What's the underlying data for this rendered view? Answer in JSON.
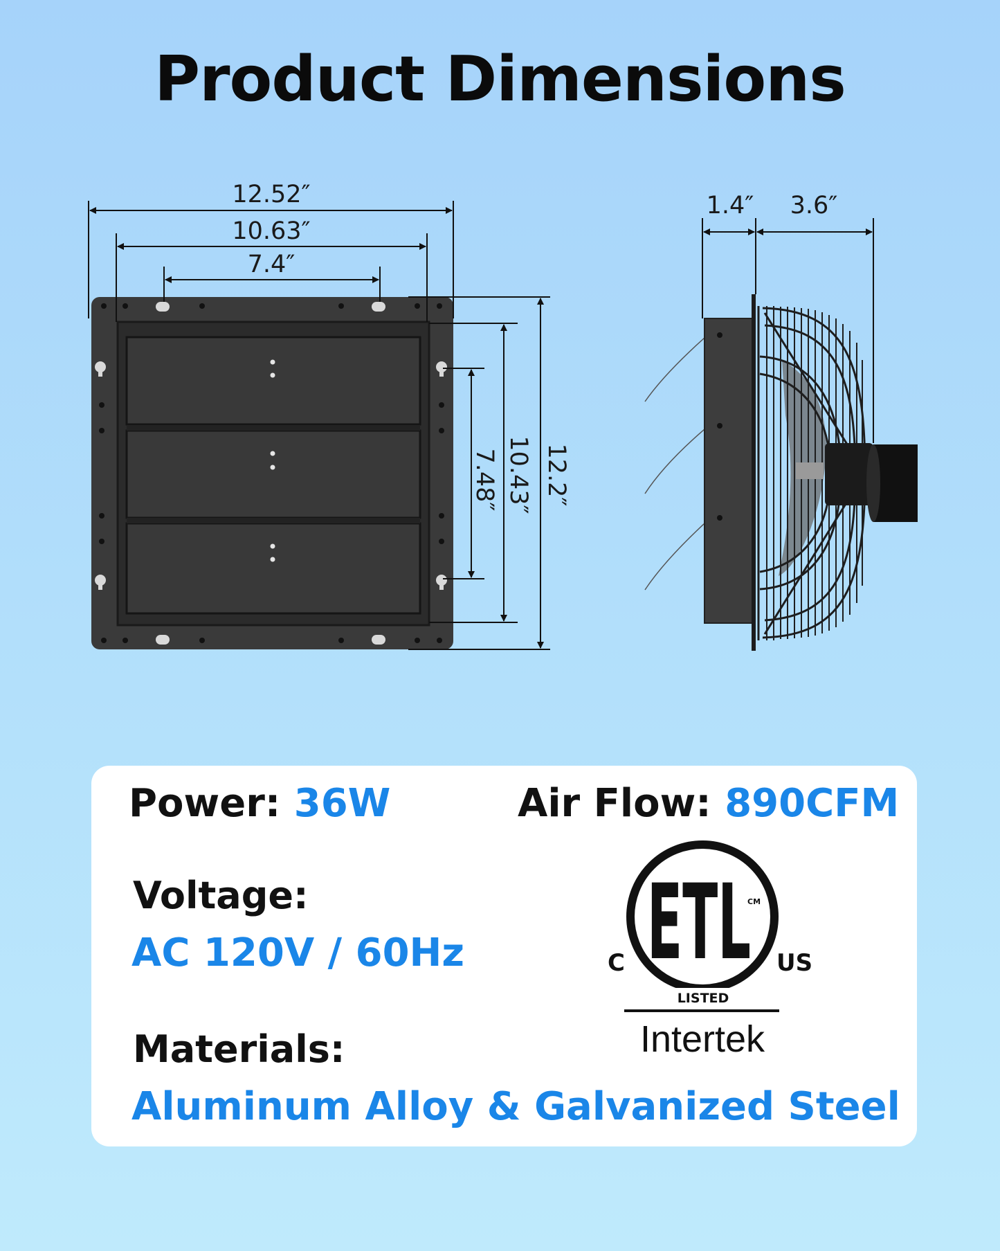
{
  "page": {
    "title": "Product Dimensions"
  },
  "dimensions": {
    "front_width_overall": "12.52″",
    "front_width_inner": "10.63″",
    "front_width_holes": "7.4″",
    "front_height_holes": "7.48″",
    "front_height_inner": "10.43″",
    "front_height_overall": "12.2″",
    "side_depth_frame": "1.4″",
    "side_depth_guard": "3.6″"
  },
  "specs": {
    "power_label": "Power:",
    "power_value": "36W",
    "airflow_label": "Air Flow:",
    "airflow_value": "890CFM",
    "voltage_label": "Voltage:",
    "voltage_value": "AC 120V / 60Hz",
    "materials_label": "Materials:",
    "materials_value": "Aluminum Alloy & Galvanized Steel"
  },
  "certification": {
    "logo_letters": "ETL",
    "cm_mark": "CM",
    "left_mark": "C",
    "right_mark": "US",
    "listed_text": "LISTED",
    "company": "Intertek"
  },
  "colors": {
    "accent_blue": "#1a86e8",
    "background_top": "#a6d3fa",
    "background_bottom": "#bfeafc",
    "fan_body": "#3a3a3a"
  }
}
